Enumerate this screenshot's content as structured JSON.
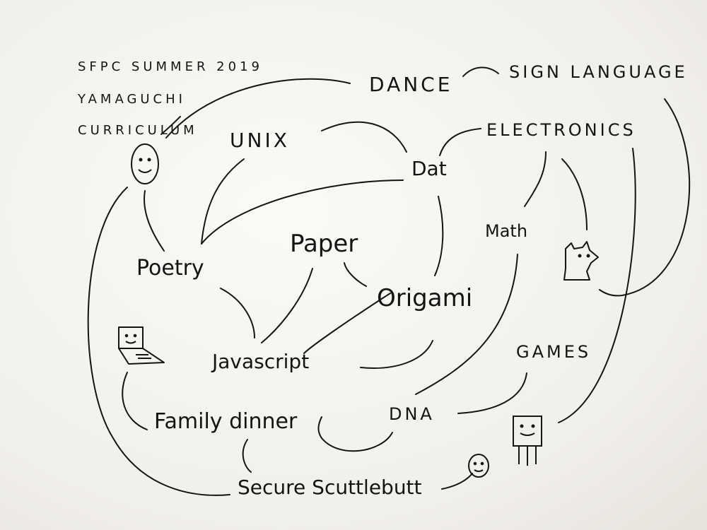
{
  "title": {
    "lines": [
      "SFPC   SUMMER 2019",
      "YAMAGUCHI",
      "CURRICULUM"
    ]
  },
  "nodes": {
    "dance": "DANCE",
    "sign_language": "SIGN LANGUAGE",
    "unix": "UNIX",
    "dat": "Dat",
    "electronics": "ELECTRONICS",
    "math": "Math",
    "paper": "Paper",
    "poetry": "Poetry",
    "origami": "Origami",
    "javascript": "Javascript",
    "games": "GAMES",
    "dna": "DNA",
    "family_dinner": "Family dinner",
    "secure_scuttlebutt": "Secure Scuttlebutt"
  },
  "doodles": {
    "face_top": "smiley-face-icon",
    "laptop": "laptop-icon",
    "dog": "dog-icon",
    "robot": "robot-icon",
    "face_bottom": "smiley-face-icon"
  },
  "colors": {
    "ink": "#141414",
    "paper": "#f4f2ee"
  }
}
